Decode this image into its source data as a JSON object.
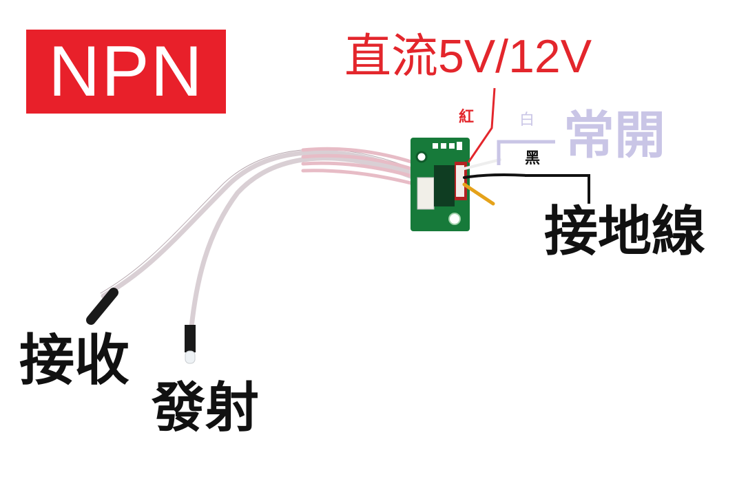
{
  "badge": {
    "text": "NPN",
    "color": "#e8202a"
  },
  "power_label": {
    "text": "直流5V/12V",
    "color": "#e3262c"
  },
  "wire_labels": {
    "red": "紅",
    "white": "白",
    "black": "黑"
  },
  "normally_open": {
    "text": "常開",
    "color": "#c9c5e6"
  },
  "ground_label": "接地線",
  "receiver_label": "接收",
  "emitter_label": "發射"
}
